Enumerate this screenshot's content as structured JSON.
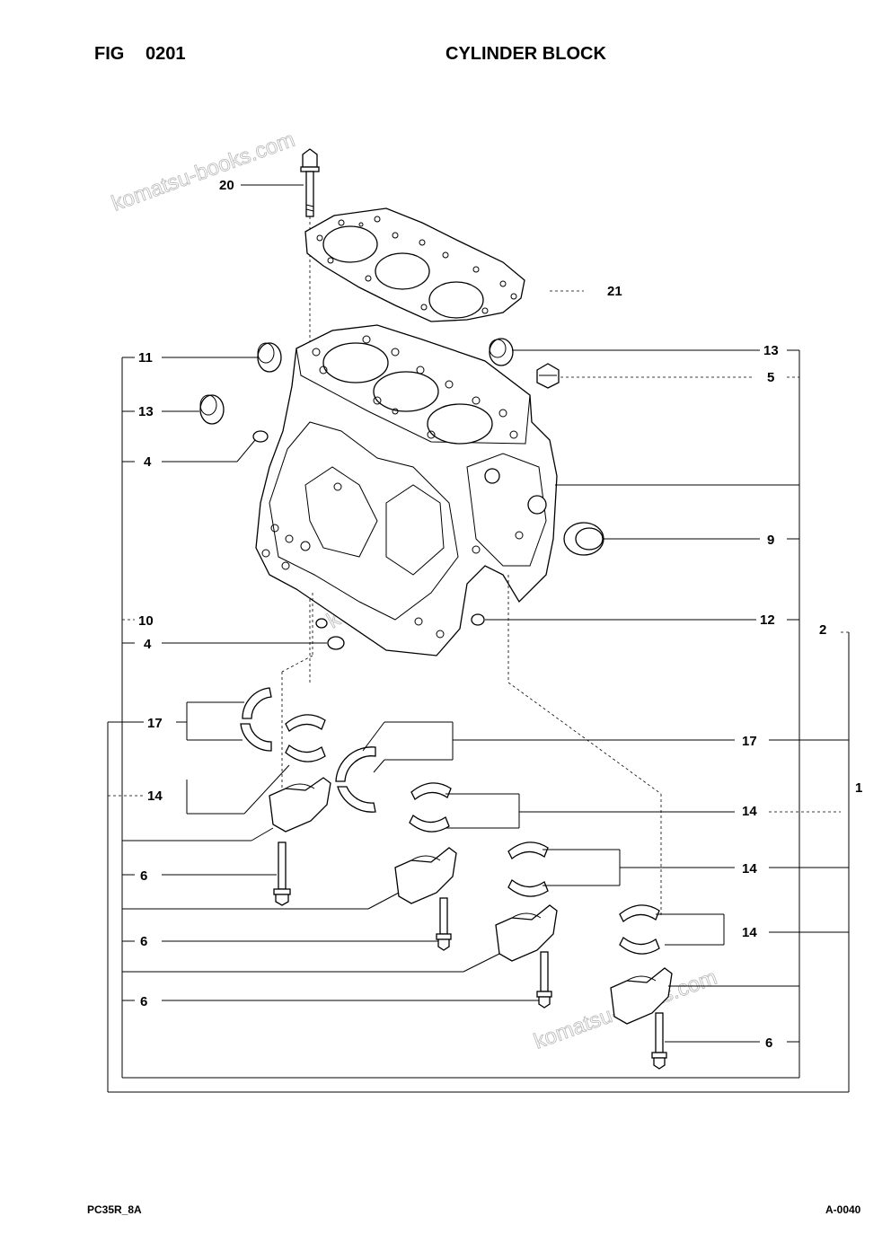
{
  "header": {
    "fig_label": "FIG",
    "fig_number": "0201",
    "title": "CYLINDER BLOCK"
  },
  "footer": {
    "model": "PC35R_8A",
    "page_code": "A-0040"
  },
  "watermark": "komatsu-books.com",
  "callouts": {
    "c20": "20",
    "c21": "21",
    "c11": "11",
    "c13a": "13",
    "c4a": "4",
    "c13b": "13",
    "c5": "5",
    "c9": "9",
    "c12": "12",
    "c10": "10",
    "c4b": "4",
    "c2": "2",
    "c17a": "17",
    "c17b": "17",
    "c1": "1",
    "c14a": "14",
    "c14b": "14",
    "c14c": "14",
    "c14d": "14",
    "c6a": "6",
    "c6b": "6",
    "c6c": "6",
    "c6d": "6"
  }
}
